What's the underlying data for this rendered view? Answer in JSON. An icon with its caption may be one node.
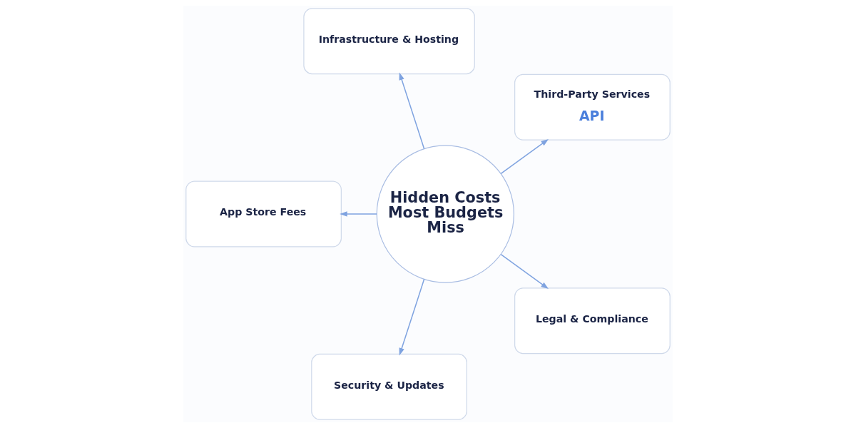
{
  "diagram": {
    "nodes": [
      {
        "text": [
          "Infrastructure & Hosting"
        ]
      },
      {
        "text": [
          "Third-Party Services",
          "API"
        ]
      },
      {
        "text": [
          "Hidden Costs Most Budgets Miss"
        ]
      },
      {
        "text": [
          "App Store Fees"
        ]
      },
      {
        "text": [
          "Legal & Compliance"
        ]
      },
      {
        "text": [
          "Security & Updates"
        ]
      }
    ],
    "edges": [
      {
        "from": 2,
        "to": 1,
        "arrow": "to"
      },
      {
        "from": 2,
        "to": 0,
        "arrow": "to"
      },
      {
        "from": 2,
        "to": 3,
        "arrow": "to"
      },
      {
        "from": 2,
        "to": 5,
        "arrow": "to"
      },
      {
        "from": 2,
        "to": 4,
        "arrow": "to"
      }
    ]
  }
}
